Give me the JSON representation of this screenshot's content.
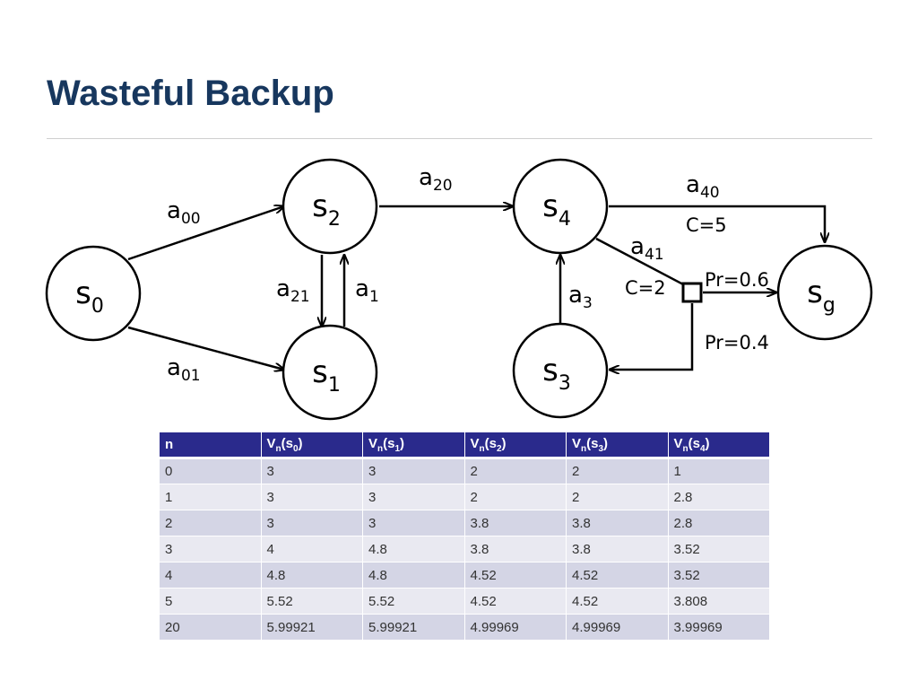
{
  "title": "Wasteful Backup",
  "diagram": {
    "nodes": {
      "s0": {
        "base": "s",
        "sub": "0"
      },
      "s1": {
        "base": "s",
        "sub": "1"
      },
      "s2": {
        "base": "s",
        "sub": "2"
      },
      "s3": {
        "base": "s",
        "sub": "3"
      },
      "s4": {
        "base": "s",
        "sub": "4"
      },
      "sg": {
        "base": "s",
        "sub": "g"
      }
    },
    "edges": {
      "a00": {
        "base": "a",
        "sub": "00"
      },
      "a01": {
        "base": "a",
        "sub": "01"
      },
      "a20": {
        "base": "a",
        "sub": "20"
      },
      "a21": {
        "base": "a",
        "sub": "21"
      },
      "a1": {
        "base": "a",
        "sub": "1"
      },
      "a3": {
        "base": "a",
        "sub": "3"
      },
      "a40": {
        "base": "a",
        "sub": "40"
      },
      "a41": {
        "base": "a",
        "sub": "41"
      }
    },
    "costs": {
      "a40": "C=5",
      "a41": "C=2"
    },
    "probs": {
      "to_goal": "Pr=0.6",
      "to_s3": "Pr=0.4"
    }
  },
  "table": {
    "headers": [
      {
        "base": "n",
        "sub": "",
        "suffix": ""
      },
      {
        "base": "V",
        "sub": "n",
        "mid": "(s",
        "arg": "0",
        "suffix": ")"
      },
      {
        "base": "V",
        "sub": "n",
        "mid": "(s",
        "arg": "1",
        "suffix": ")"
      },
      {
        "base": "V",
        "sub": "n",
        "mid": "(s",
        "arg": "2",
        "suffix": ")"
      },
      {
        "base": "V",
        "sub": "n",
        "mid": "(s",
        "arg": "3",
        "suffix": ")"
      },
      {
        "base": "V",
        "sub": "n",
        "mid": "(s",
        "arg": "4",
        "suffix": ")"
      }
    ],
    "rows": [
      [
        "0",
        "3",
        "3",
        "2",
        "2",
        "1"
      ],
      [
        "1",
        "3",
        "3",
        "2",
        "2",
        "2.8"
      ],
      [
        "2",
        "3",
        "3",
        "3.8",
        "3.8",
        "2.8"
      ],
      [
        "3",
        "4",
        "4.8",
        "3.8",
        "3.8",
        "3.52"
      ],
      [
        "4",
        "4.8",
        "4.8",
        "4.52",
        "4.52",
        "3.52"
      ],
      [
        "5",
        "5.52",
        "5.52",
        "4.52",
        "4.52",
        "3.808"
      ],
      [
        "20",
        "5.99921",
        "5.99921",
        "4.99969",
        "4.99969",
        "3.99969"
      ]
    ]
  }
}
